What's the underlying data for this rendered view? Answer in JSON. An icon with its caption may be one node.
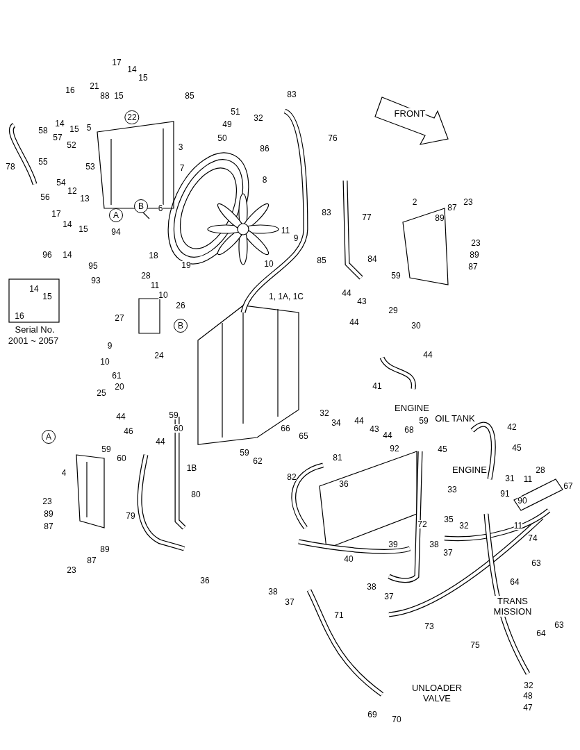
{
  "diagram": {
    "labels": [
      "17",
      "14",
      "15",
      "16",
      "21",
      "88",
      "15",
      "22",
      "85",
      "83",
      "51",
      "32",
      "49",
      "50",
      "86",
      "76",
      "FRONT",
      "58",
      "57",
      "14",
      "15",
      "5",
      "52",
      "3",
      "78",
      "55",
      "53",
      "7",
      "54",
      "12",
      "56",
      "13",
      "A",
      "B",
      "6",
      "8",
      "77",
      "2",
      "87",
      "23",
      "89",
      "17",
      "14",
      "15",
      "94",
      "83",
      "11",
      "9",
      "10",
      "85",
      "23",
      "89",
      "87",
      "96",
      "14",
      "95",
      "18",
      "19",
      "93",
      "84",
      "59",
      "14",
      "15",
      "16",
      "Serial No.",
      "2001 ~ 2057",
      "28",
      "11",
      "10",
      "26",
      "27",
      "1, 1A, 1C",
      "44",
      "43",
      "29",
      "30",
      "44",
      "B",
      "9",
      "10",
      "24",
      "61",
      "20",
      "25",
      "44",
      "44",
      "41",
      "ENGINE",
      "OIL TANK",
      "42",
      "45",
      "45",
      "ENGINE",
      "59",
      "60",
      "46",
      "44",
      "59",
      "60",
      "A",
      "32",
      "34",
      "66",
      "65",
      "44",
      "43",
      "44",
      "59",
      "68",
      "92",
      "59",
      "62",
      "81",
      "1B",
      "4",
      "82",
      "36",
      "31",
      "28",
      "11",
      "67",
      "91",
      "90",
      "11",
      "80",
      "23",
      "89",
      "87",
      "79",
      "33",
      "72",
      "35",
      "32",
      "74",
      "38",
      "37",
      "40",
      "39",
      "89",
      "87",
      "23",
      "36",
      "63",
      "64",
      "38",
      "37",
      "38",
      "37",
      "TRANS MISSION",
      "73",
      "71",
      "64",
      "63",
      "75",
      "UNLOADER VALVE",
      "69",
      "70",
      "32",
      "48",
      "47"
    ]
  }
}
